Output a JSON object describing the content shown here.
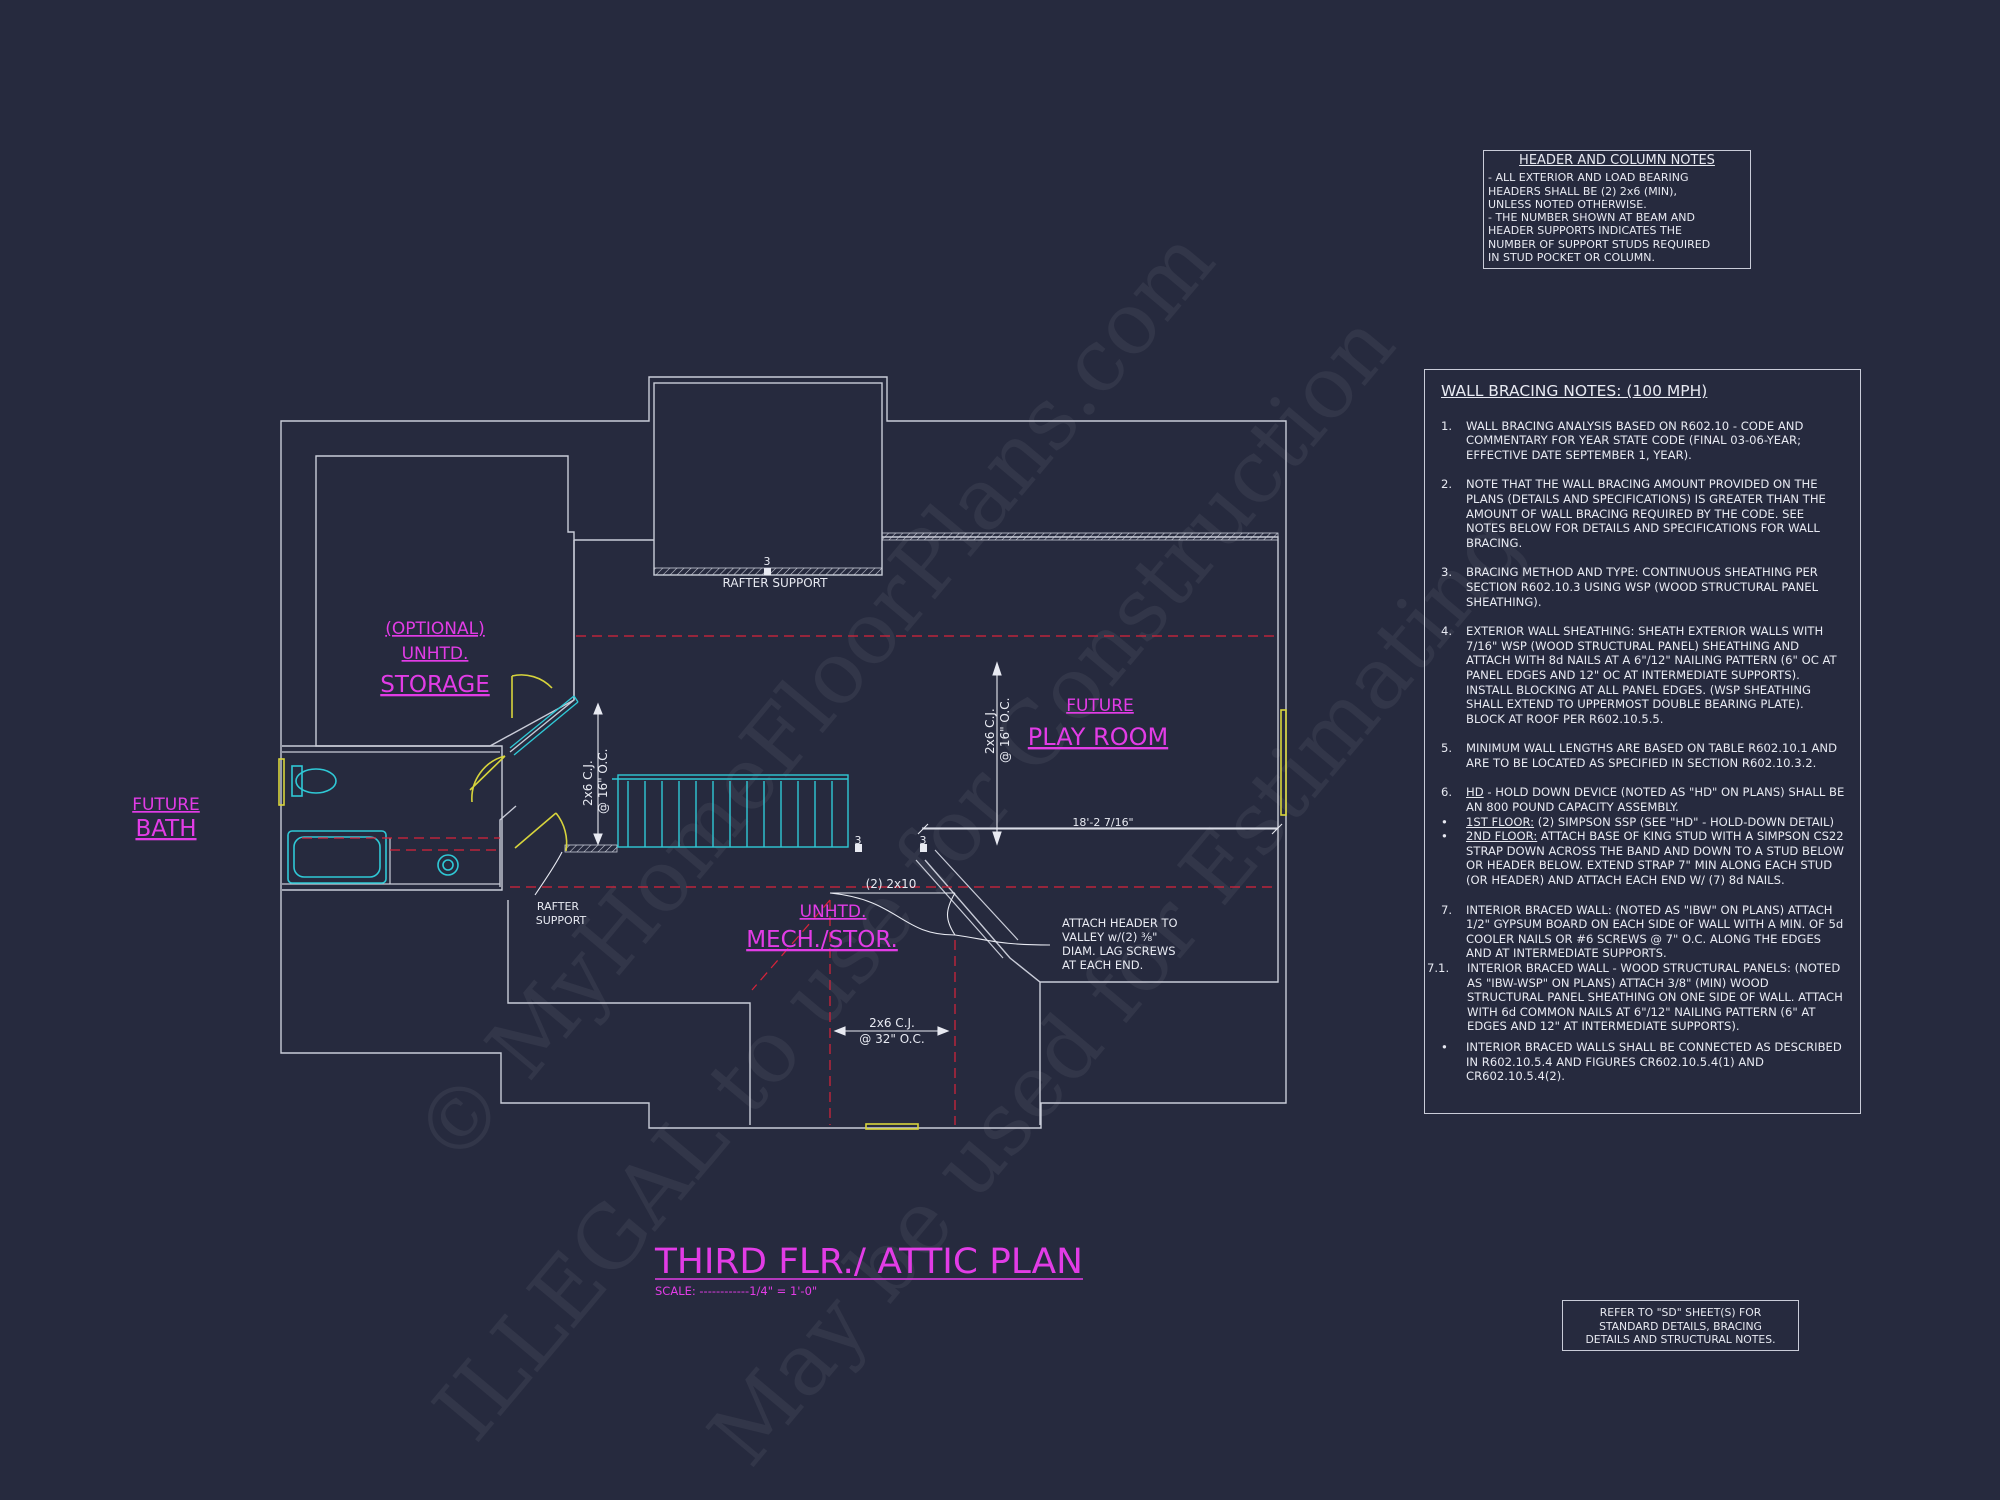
{
  "colors": {
    "background": "#262a3e",
    "wall_lines": "#c9ccd8",
    "labels_magenta": "#e23ce6",
    "fixtures_cyan": "#2fc9d6",
    "doors_yellow": "#d7d43c",
    "hidden_lines_red": "#d9233a"
  },
  "watermark": {
    "line1": "© MyHomeFloorPlans.com",
    "line2": "ILLEGAL to use for Construction",
    "line3": "May be used for Estimating"
  },
  "rooms": {
    "storage": {
      "line1": "(OPTIONAL)",
      "line2": "UNHTD.",
      "line3": "STORAGE"
    },
    "play_room": {
      "line1": "FUTURE",
      "line2": "PLAY ROOM"
    },
    "bath": {
      "line1": "FUTURE",
      "line2": "BATH"
    },
    "mech": {
      "line1": "UNHTD.",
      "line2": "MECH./STOR."
    }
  },
  "annotations": {
    "rafter_support_top": "RAFTER SUPPORT",
    "rafter_num_top": "3",
    "post_num_1": "3",
    "post_num_2": "3",
    "rafter_support_left_1": "RAFTER",
    "rafter_support_left_2": "SUPPORT",
    "cj_left_1": "2x6 C.J.",
    "cj_left_2": "@ 16\" O.C.",
    "cj_right_1": "2x6 C.J.",
    "cj_right_2": "@ 16\" O.C.",
    "cj_bottom_1": "2x6 C.J.",
    "cj_bottom_2": "@ 32\" O.C.",
    "dim_play": "18'-2 7/16\"",
    "header_2x10": "(2) 2x10",
    "attach_header": [
      "ATTACH HEADER TO",
      "VALLEY w/(2) ⅜\"",
      "DIAM. LAG SCREWS",
      "AT EACH END."
    ]
  },
  "title": {
    "main": "THIRD FLR./ ATTIC PLAN",
    "scale": "SCALE: ------------1/4\" = 1'-0\""
  },
  "header_column_notes": {
    "title": "HEADER AND COLUMN NOTES",
    "lines": [
      "- ALL EXTERIOR AND LOAD BEARING",
      "HEADERS SHALL BE (2) 2x6 (MIN),",
      "UNLESS NOTED OTHERWISE.",
      "- THE NUMBER SHOWN AT BEAM AND",
      "HEADER SUPPORTS INDICATES THE",
      "NUMBER OF SUPPORT STUDS REQUIRED",
      "IN STUD POCKET OR COLUMN."
    ]
  },
  "wall_bracing_notes": {
    "title": "WALL BRACING NOTES: (100 MPH)",
    "n1": "1.",
    "t1": "WALL BRACING ANALYSIS BASED ON R602.10 - CODE AND COMMENTARY FOR YEAR STATE CODE (FINAL 03-06-YEAR; EFFECTIVE DATE SEPTEMBER 1, YEAR).",
    "n2": "2.",
    "t2": "NOTE THAT THE WALL BRACING AMOUNT PROVIDED ON THE PLANS (DETAILS AND SPECIFICATIONS) IS GREATER THAN THE AMOUNT OF WALL BRACING REQUIRED BY THE CODE. SEE NOTES BELOW FOR DETAILS AND SPECIFICATIONS FOR WALL BRACING.",
    "n3": "3.",
    "t3": "BRACING METHOD AND TYPE: CONTINUOUS SHEATHING PER SECTION R602.10.3 USING WSP (WOOD STRUCTURAL PANEL SHEATHING).",
    "n4": "4.",
    "t4": "EXTERIOR WALL SHEATHING: SHEATH EXTERIOR WALLS WITH 7/16\" WSP (WOOD STRUCTURAL PANEL) SHEATHING AND ATTACH WITH 8d NAILS AT A 6\"/12\" NAILING PATTERN (6\" OC AT PANEL EDGES AND 12\" OC AT INTERMEDIATE SUPPORTS). INSTALL BLOCKING AT ALL PANEL EDGES. (WSP SHEATHING SHALL EXTEND TO UPPERMOST DOUBLE BEARING PLATE). BLOCK AT ROOF PER R602.10.5.5.",
    "n5": "5.",
    "t5": "MINIMUM WALL LENGTHS ARE BASED ON TABLE R602.10.1 AND ARE TO BE LOCATED AS SPECIFIED IN SECTION R602.10.3.2.",
    "n6": "6.",
    "t6a": "HD",
    "t6b": " - HOLD DOWN DEVICE (NOTED AS \"HD\" ON PLANS) SHALL BE AN 800 POUND CAPACITY ASSEMBLY.",
    "b1": "•",
    "b1u": "1ST FLOOR:",
    "b1t": " (2) SIMPSON SSP (SEE \"HD\" - HOLD-DOWN DETAIL)",
    "b2": "•",
    "b2u": "2ND FLOOR:",
    "b2t": " ATTACH BASE OF KING STUD WITH A SIMPSON CS22 STRAP DOWN ACROSS THE BAND AND DOWN TO A STUD BELOW OR HEADER BELOW.  EXTEND STRAP 7\" MIN ALONG EACH STUD (OR HEADER) AND ATTACH EACH END W/ (7) 8d NAILS.",
    "n7": "7.",
    "t7": "INTERIOR BRACED WALL: (NOTED AS \"IBW\" ON PLANS) ATTACH 1/2\" GYPSUM BOARD ON EACH SIDE OF WALL WITH A MIN. OF 5d COOLER NAILS OR #6 SCREWS @ 7\" O.C. ALONG THE EDGES AND AT INTERMEDIATE SUPPORTS.",
    "n71": "7.1.",
    "t71": "INTERIOR BRACED WALL - WOOD STRUCTURAL PANELS: (NOTED AS \"IBW-WSP\" ON PLANS) ATTACH 3/8\" (MIN) WOOD STRUCTURAL PANEL SHEATHING ON ONE SIDE OF WALL. ATTACH WITH 6d COMMON NAILS AT 6\"/12\" NAILING PATTERN (6\" AT EDGES AND 12\" AT INTERMEDIATE SUPPORTS).",
    "b3": "•",
    "b3t": "INTERIOR BRACED WALLS SHALL BE CONNECTED AS DESCRIBED IN R602.10.5.4 AND FIGURES CR602.10.5.4(1) AND CR602.10.5.4(2)."
  },
  "ref_note": {
    "line1": "REFER TO \"SD\" SHEET(S) FOR",
    "line2": "STANDARD DETAILS, BRACING",
    "line3": "DETAILS AND STRUCTURAL NOTES."
  }
}
